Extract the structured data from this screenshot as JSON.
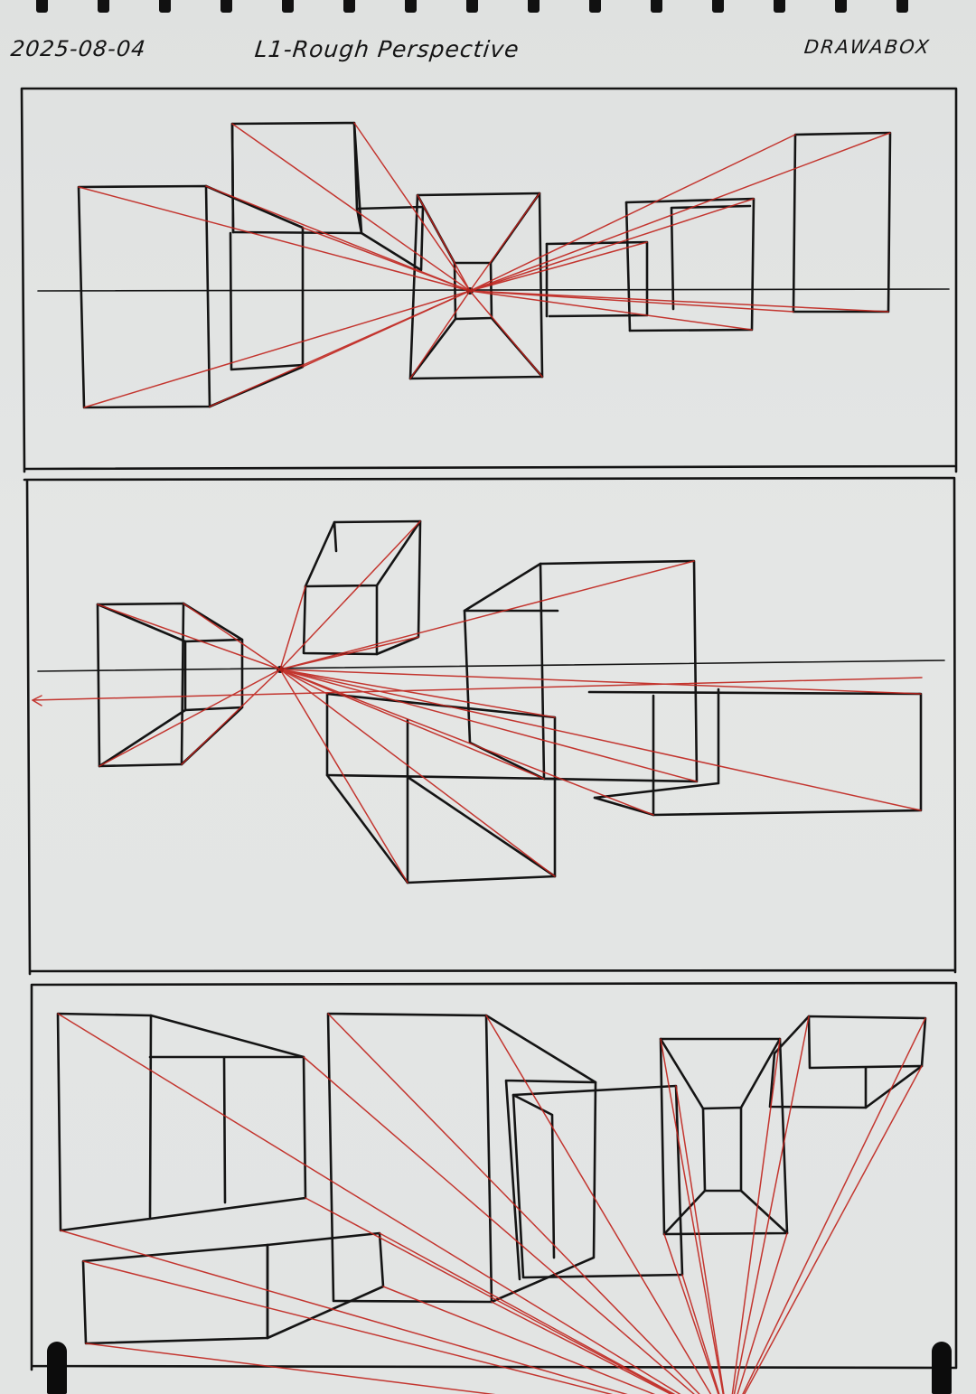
{
  "header": {
    "date": "2025-08-04",
    "title": "L1-Rough Perspective",
    "brand": "DRAWABOX"
  },
  "colors": {
    "ink": "#141414",
    "construction": "#c0231c",
    "paper": "#e1e3e2"
  }
}
